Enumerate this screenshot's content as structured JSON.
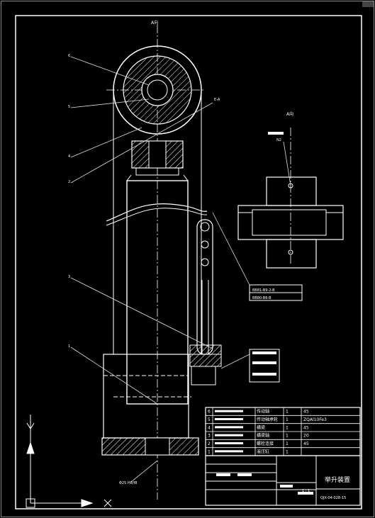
{
  "views": {
    "main_view_label": "A向",
    "detail_view_label": "A向",
    "section_mark": "E-A"
  },
  "leaders": {
    "left": [
      "6",
      "5",
      "4",
      "2",
      "3",
      "1"
    ],
    "detail_top_note": "N2",
    "tolerance_box_1": "BB81-B9-2-B",
    "tolerance_box_2": "BB80-B6-B"
  },
  "dimensions": {
    "bottom_note": "Φ25 H8/f8"
  },
  "parts_list": {
    "rows": [
      {
        "no": "6",
        "name": "传动轴",
        "qty": "1",
        "material": "45"
      },
      {
        "no": "5",
        "name": "传动轴承轮",
        "qty": "1",
        "material": "ZQAl10Fe3"
      },
      {
        "no": "4",
        "name": "横梁",
        "qty": "1",
        "material": "45"
      },
      {
        "no": "3",
        "name": "横梁轴",
        "qty": "1",
        "material": "20"
      },
      {
        "no": "2",
        "name": "螺栓连接",
        "qty": "1",
        "material": "45"
      },
      {
        "no": "1",
        "name": "液压缸",
        "qty": "1",
        "material": ""
      }
    ]
  },
  "title_block": {
    "drawing_title": "举升装置",
    "scale": "1 : 1",
    "drawing_number": "QJX-04-028-15"
  },
  "colors": {
    "background": "#000000",
    "lines": "#ffffff",
    "highlight": "#ffff66",
    "leaders": "#e8e8e8"
  }
}
